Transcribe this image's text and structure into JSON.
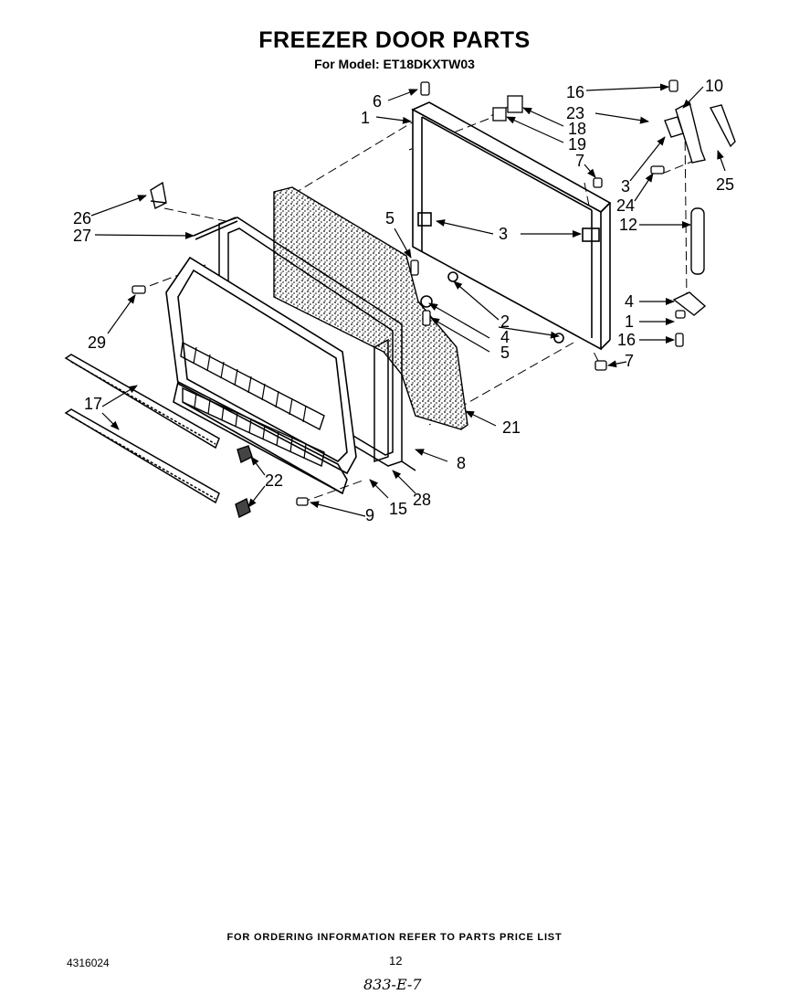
{
  "title": "FREEZER DOOR PARTS",
  "subtitle": "For Model: ET18DKXTW03",
  "footer": {
    "ordering_note": "FOR ORDERING INFORMATION REFER TO PARTS PRICE LIST",
    "document_number": "4316024",
    "page_number": "12",
    "handwritten_code": "833-E-7"
  },
  "callouts": {
    "c1a": "1",
    "c1b": "1",
    "c2": "2",
    "c3a": "3",
    "c3b": "3",
    "c4a": "4",
    "c4b": "4",
    "c5a": "5",
    "c5b": "5",
    "c6": "6",
    "c7a": "7",
    "c7b": "7",
    "c8": "8",
    "c9": "9",
    "c10": "10",
    "c12": "12",
    "c15": "15",
    "c16a": "16",
    "c16b": "16",
    "c17": "17",
    "c18": "18",
    "c19": "19",
    "c21": "21",
    "c22": "22",
    "c23": "23",
    "c24": "24",
    "c25": "25",
    "c26": "26",
    "c27": "27",
    "c28": "28",
    "c29": "29"
  }
}
